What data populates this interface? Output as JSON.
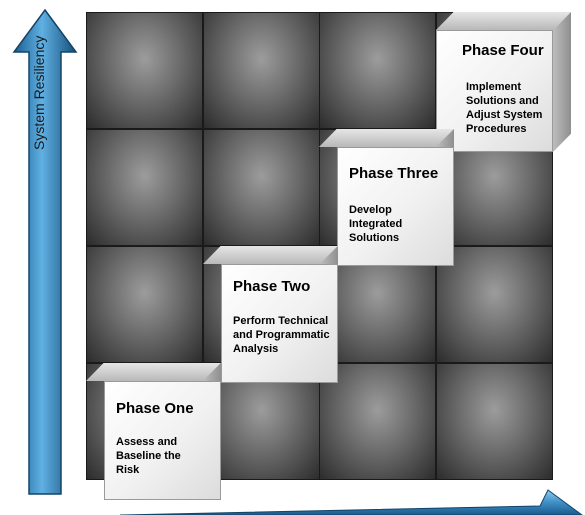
{
  "axis": {
    "y_label": "System Resiliency",
    "arrow_color": "#1f6aa0"
  },
  "phases": [
    {
      "title": "Phase One",
      "description": "Assess and Baseline the Risk"
    },
    {
      "title": "Phase Two",
      "description": "Perform Technical and Programmatic Analysis"
    },
    {
      "title": "Phase Three",
      "description": "Develop Integrated Solutions"
    },
    {
      "title": "Phase Four",
      "description": "Implement Solutions and Adjust System Procedures"
    }
  ]
}
